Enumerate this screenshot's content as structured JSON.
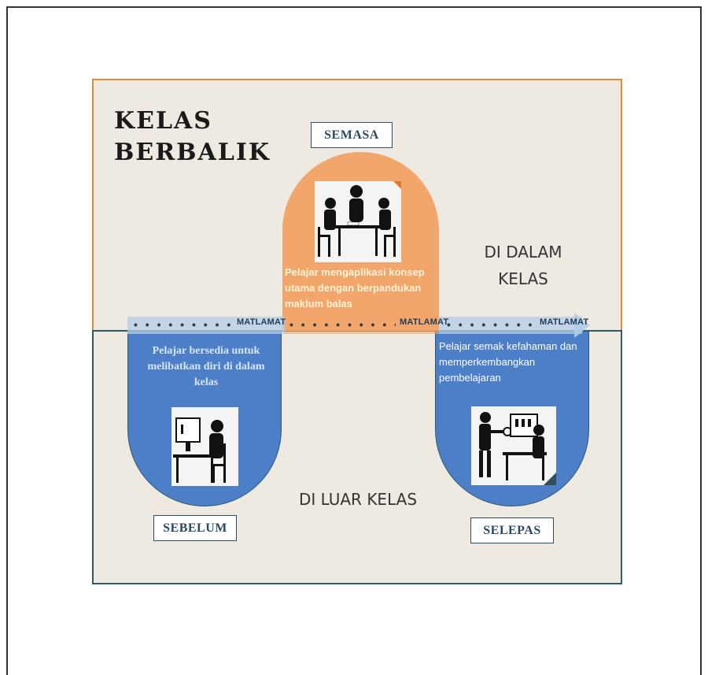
{
  "title": [
    "KELAS",
    "BERBALIK"
  ],
  "stages": {
    "during": "SEMASA",
    "before": "SEBELUM",
    "after": "SELEPAS"
  },
  "regions": {
    "inside": [
      "DI DALAM",
      "KELAS"
    ],
    "outside": "DI LUAR KELAS"
  },
  "goal_label": "MATLAMAT",
  "descriptions": {
    "during": "Pelajar mengaplikasi konsep utama dengan berpandukan maklum balas",
    "before": "Pelajar bersedia untuk melibatkan diri di dalam kelas",
    "after": "Pelajar semak kefahaman dan memperkembangkan pembelajaran"
  },
  "colors": {
    "orange": "#f2a66b",
    "blue": "#4d7fc9",
    "background": "#eeeae2"
  },
  "icons": {
    "during": "group-meeting-icon",
    "before": "student-at-computer-icon",
    "after": "teacher-student-computer-icon"
  }
}
